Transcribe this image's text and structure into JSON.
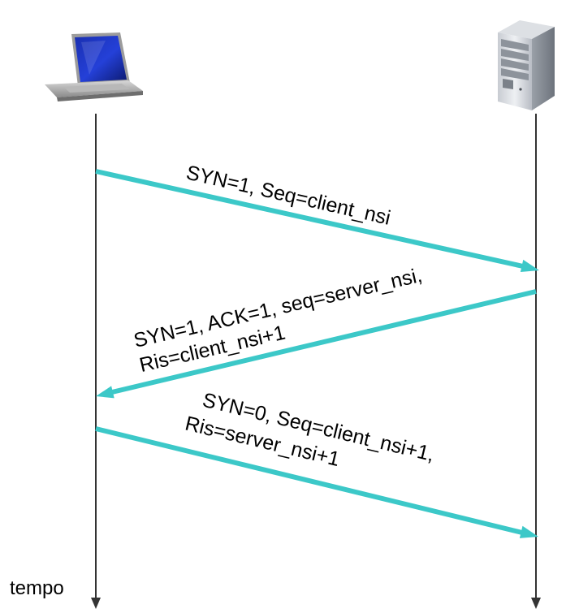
{
  "time_label": "tempo",
  "arrow_color": "#3CC8C8",
  "client": {
    "icon": "laptop-icon"
  },
  "server": {
    "icon": "server-tower-icon"
  },
  "messages": [
    {
      "lines": [
        "SYN=1, Seq=client_nsi"
      ]
    },
    {
      "lines": [
        "SYN=1, ACK=1, seq=server_nsi,",
        "Ris=client_nsi+1"
      ]
    },
    {
      "lines": [
        "SYN=0, Seq=client_nsi+1,",
        "Ris=server_nsi+1"
      ]
    }
  ]
}
